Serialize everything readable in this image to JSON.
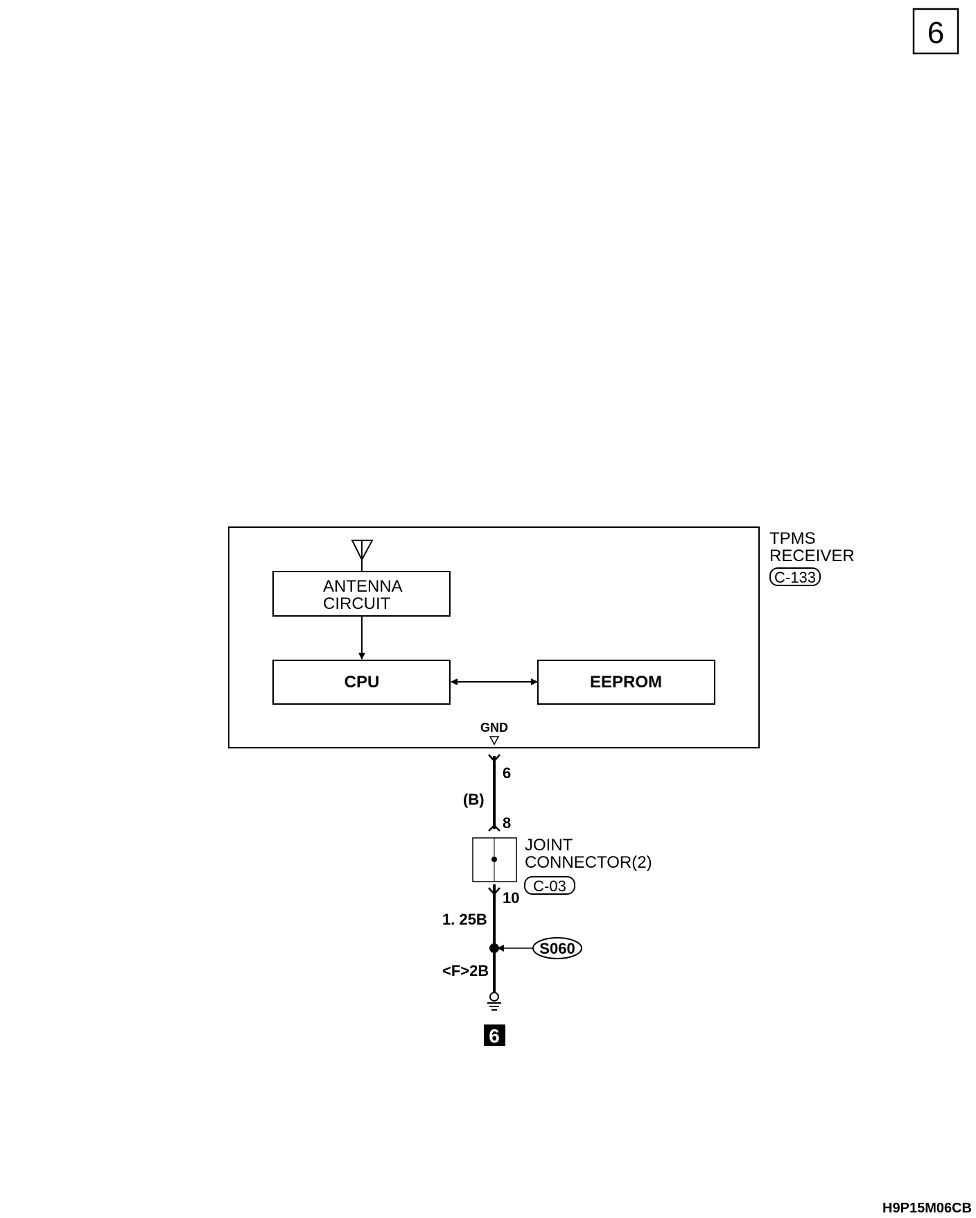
{
  "page_number": "6",
  "receiver": {
    "label_line1": "TPMS",
    "label_line2": "RECEIVER",
    "connector": "C-133",
    "blocks": {
      "antenna_line1": "ANTENNA",
      "antenna_line2": "CIRCUIT",
      "cpu": "CPU",
      "eeprom": "EEPROM"
    },
    "gnd_label": "GND"
  },
  "wiring": {
    "pin_receiver": "6",
    "wire_color_upper": "(B)",
    "pin_joint_in": "8",
    "pin_joint_out": "10",
    "wire_size_lower": "1. 25B",
    "wire_size_ground": "<F>2B"
  },
  "joint_connector": {
    "label_line1": "JOINT",
    "label_line2": "CONNECTOR(2)",
    "connector": "C-03"
  },
  "splice": "S060",
  "ground_point": "6",
  "figure_code": "H9P15M06CB"
}
